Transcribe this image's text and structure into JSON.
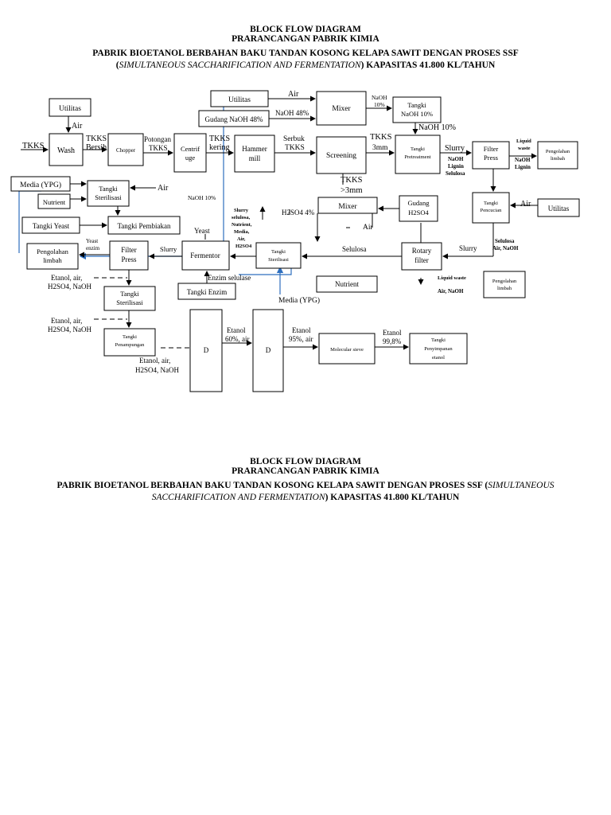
{
  "header1": {
    "title": "BLOCK FLOW DIAGRAM",
    "subtitle": "PRARANCANGAN PABRIK KIMIA",
    "line1": "PABRIK BIOETANOL BERBAHAN BAKU TANDAN KOSONG KELAPA SAWIT DENGAN PROSES SSF",
    "line2_open": "(",
    "line2_italic": "SIMULTANEOUS SACCHARIFICATION AND FERMENTATION",
    "line2_close": ") KAPASITAS 41.800 KL/TAHUN"
  },
  "header2": {
    "title": "BLOCK FLOW DIAGRAM",
    "subtitle": "PRARANCANGAN PABRIK KIMIA",
    "line1_text": "PABRIK BIOETANOL BERBAHAN BAKU TANDAN KOSONG KELAPA SAWIT DENGAN PROSES SSF (",
    "line1_italic": "SIMULTANEOUS",
    "line2_italic": "SACCHARIFICATION AND FERMENTATION",
    "line2_close": ") KAPASITAS 41.800 KL/TAHUN"
  },
  "blocks": {
    "utilitas1": "Utilitas",
    "wash": "Wash",
    "chopper": "Chopper",
    "centrifuge1": "Centrif",
    "centrifuge2": "uge",
    "hammer1": "Hammer",
    "hammer2": "mill",
    "utilitas2": "Utilitas",
    "gudang_naoh": "Gudang NaOH 48%",
    "mixer1": "Mixer",
    "screening": "Screening",
    "tangki_naoh1": "Tangki",
    "tangki_naoh2": "NaOH 10%",
    "pretreat1": "Tangki",
    "pretreat2": "Pretreatment",
    "filterpress1a": "Filter",
    "filterpress1b": "Press",
    "pengolahan1a": "Pengolahan",
    "pengolahan1b": "limbah",
    "media": "Media (YPG)",
    "nutrient1": "Nutrient",
    "ster1a": "Tangki",
    "ster1b": "Sterilisasi",
    "tangki_yeast": "Tangki Yeast",
    "pembiakan": "Tangki Pembiakan",
    "pengolahan2a": "Pengolahan",
    "pengolahan2b": "limbah",
    "filterpress2a": "Filter",
    "filterpress2b": "Press",
    "fermentor": "Fermentor",
    "ster2a": "Tangki",
    "ster2b": "Sterilisasi",
    "mixer2": "Mixer",
    "gudang_h2so4a": "Gudang",
    "gudang_h2so4b": "H2SO4",
    "rotary1": "Rotary",
    "rotary2": "filter",
    "penc1": "Tangki",
    "penc2": "Pencucian",
    "utilitas3": "Utilitas",
    "nutrient2": "Nutrient",
    "enzim": "Tangki Enzim",
    "pengolahan3a": "Pengolahan",
    "pengolahan3b": "limbah",
    "ster3a": "Tangki",
    "ster3b": "Sterilisasi",
    "penamp1": "Tangki",
    "penamp2": "Penampungan",
    "d1": "D",
    "d2": "D",
    "molsieve": "Molecular sieve",
    "simpan1": "Tangki",
    "simpan2": "Penyimpanan",
    "simpan3": "etanol"
  },
  "labels": {
    "air_a": "Air",
    "tkks": "TKKS",
    "tkks_bersih1": "TKKS",
    "tkks_bersih2": "Bersih",
    "potongan1": "Potongan",
    "potongan2": "TKKS",
    "tkks_kering1": "TKKS",
    "tkks_kering2": "kering",
    "serbuk1": "Serbuk",
    "serbuk2": "TKKS",
    "air_b": "Air",
    "naoh48": "NaOH 48%",
    "naoh10_a1": "NaOH",
    "naoh10_a2": "10%",
    "naoh10_b": "NaOH 10%",
    "tkks3mm_1": "TKKS",
    "tkks3mm_2": "3mm",
    "tkksgt_1": "TKKS",
    "tkksgt_2": ">3mm",
    "slurry_a": "Slurry",
    "naoh_lignin1": "NaOH",
    "naoh_lignin2": "Lignin",
    "naoh_lignin3": "Selulosa",
    "liquid_waste1": "Liquid",
    "liquid_waste2": "waste",
    "naoh_lig_b1": "NaOH",
    "naoh_lig_b2": "Lignin",
    "air_c": "Air",
    "naoh10_c": "NaOH 10%",
    "air_d": "Air",
    "slurry_b1": "Slurry",
    "slurry_b2": "selulosa,",
    "slurry_b3": "Nutrient,",
    "slurry_b4": "Media,",
    "slurry_b5": "Air,",
    "slurry_b6": "H2SO4",
    "h2so4_4": "H2SO4 4%",
    "air_e": "Air",
    "selulosa": "Selulosa",
    "slurry_c": "Slurry",
    "selulosa_air1": "Selulosa",
    "selulosa_air2": "Air, NaOH",
    "yeast": "Yeast",
    "yeast_enzim1": "Yeast",
    "yeast_enzim2": "enzim",
    "slurry_d": "Slurry",
    "enzim_sel": "Enzim selulase",
    "media2": "Media (YPG)",
    "liquid_waste3": "Liquid waste",
    "air_naoh": "Air, NaOH",
    "etanol_a1": "Etanol, air,",
    "etanol_a2": "H2SO4, NaOH",
    "etanol_b1": "Etanol, air,",
    "etanol_b2": "H2SO4, NaOH",
    "etanol_c1": "Etanol, air,",
    "etanol_c2": "H2SO4, NaOH",
    "etanol60_1": "Etanol",
    "etanol60_2": "60%, air",
    "etanol95_1": "Etanol",
    "etanol95_2": "95%, air",
    "etanol99_1": "Etanol",
    "etanol99_2": "99,8%"
  }
}
